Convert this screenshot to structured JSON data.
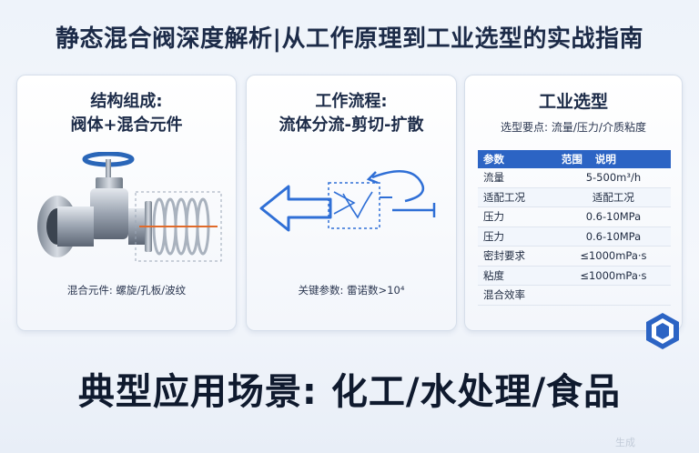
{
  "title": "静态混合阀深度解析|从工作原理到工业选型的实战指南",
  "panels": {
    "structure": {
      "heading_line1": "结构组成:",
      "heading_line2": "阀体+混合元件",
      "caption": "混合元件: 螺旋/孔板/波纹"
    },
    "workflow": {
      "heading_line1": "工作流程:",
      "heading_line2": "流体分流-剪切-扩散",
      "caption": "关键参数: 雷诺数>10⁴"
    },
    "selection": {
      "heading": "工业选型",
      "subheading": "选型要点: 流量/压力/介质粘度",
      "table": {
        "headers": [
          "参数",
          "范围",
          "说明"
        ],
        "rows": [
          [
            "流量",
            "5-500m³/h"
          ],
          [
            "适配工况",
            "适配工况"
          ],
          [
            "压力",
            "0.6-10MPa"
          ],
          [
            "压力",
            "0.6-10MPa"
          ],
          [
            "密封要求",
            "≤1000mPa·s"
          ],
          [
            "粘度",
            "≤1000mPa·s"
          ],
          [
            "混合效率",
            ""
          ]
        ]
      }
    }
  },
  "bottom_banner": "典型应用场景: 化工/水处理/食品",
  "watermark": "生成",
  "icons": [
    "valve-icon",
    "arrow-left-icon",
    "mixing-element-icon",
    "return-arrow-icon",
    "brand-logo-icon"
  ],
  "colors": {
    "accent": "#2c64c4",
    "title": "#1c2b48",
    "arrow": "#2f6fd6"
  }
}
